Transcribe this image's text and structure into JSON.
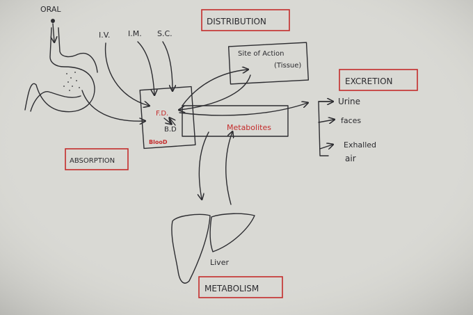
{
  "routes": {
    "oral": "ORAL",
    "iv": "I.V.",
    "im": "I.M.",
    "sc": "S.C."
  },
  "headings": {
    "distribution": "DISTRIBUTION",
    "excretion": "EXCRETION",
    "absorption": "ABSORPTION",
    "metabolism": "METABOLISM"
  },
  "site_of_action": {
    "line1": "Site of Action",
    "line2": "(Tissue)"
  },
  "blood_box": {
    "free_drug": "F.D.",
    "bound_drug": "B.D",
    "label": "BlooD"
  },
  "metabolites": "Metabolites",
  "excretion_routes": [
    "Urine",
    "faces",
    "Exhalled",
    "air"
  ],
  "liver": "Liver",
  "colors": {
    "ink": "#2c2c30",
    "heading_red": "#c42b2b",
    "paper": "#d9d9d4"
  }
}
